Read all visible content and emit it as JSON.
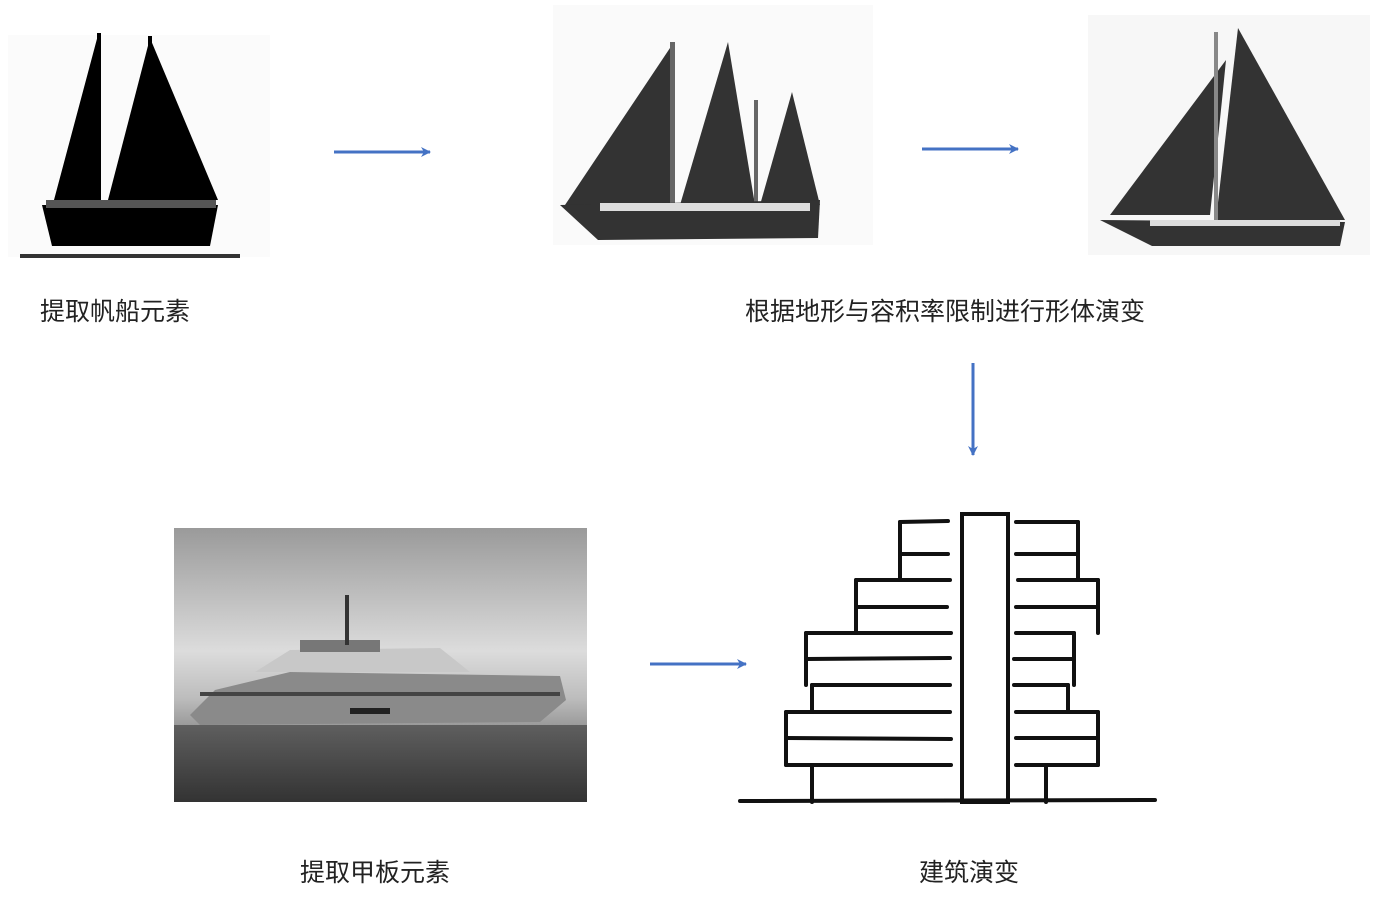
{
  "labels": {
    "step1": "提取帆船元素",
    "step2": "根据地形与容积率限制进行形体演变",
    "step3": "提取甲板元素",
    "step4": "建筑演变"
  },
  "colors": {
    "arrow": "#4472c4",
    "ink": "#111111"
  }
}
